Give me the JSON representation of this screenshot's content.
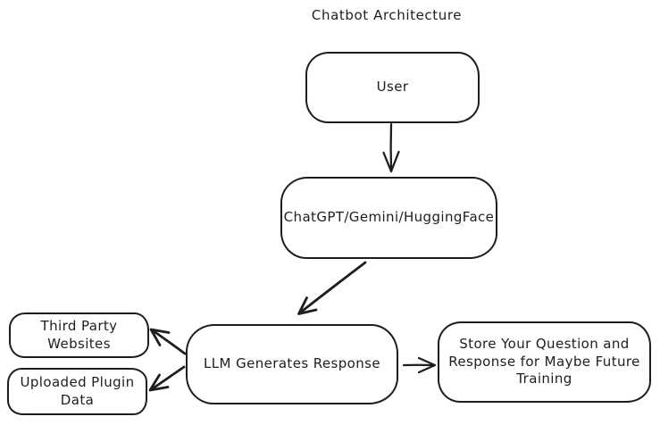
{
  "title": "Chatbot Architecture",
  "diagram": {
    "nodes": [
      {
        "id": "user",
        "label": "User"
      },
      {
        "id": "llm-provider",
        "label": "ChatGPT/Gemini/HuggingFace"
      },
      {
        "id": "llm-response",
        "label": "LLM Generates Response"
      },
      {
        "id": "third-party",
        "label": "Third Party Websites"
      },
      {
        "id": "uploaded-plugin",
        "label": "Uploaded Plugin Data"
      },
      {
        "id": "store",
        "label": "Store Your Question and Response for Maybe Future Training"
      }
    ],
    "edges": [
      {
        "from": "user",
        "to": "llm-provider"
      },
      {
        "from": "llm-provider",
        "to": "llm-response"
      },
      {
        "from": "llm-response",
        "to": "third-party"
      },
      {
        "from": "llm-response",
        "to": "uploaded-plugin"
      },
      {
        "from": "llm-response",
        "to": "store"
      }
    ],
    "colors": {
      "stroke": "#1e1e1e",
      "background": "#ffffff"
    }
  }
}
